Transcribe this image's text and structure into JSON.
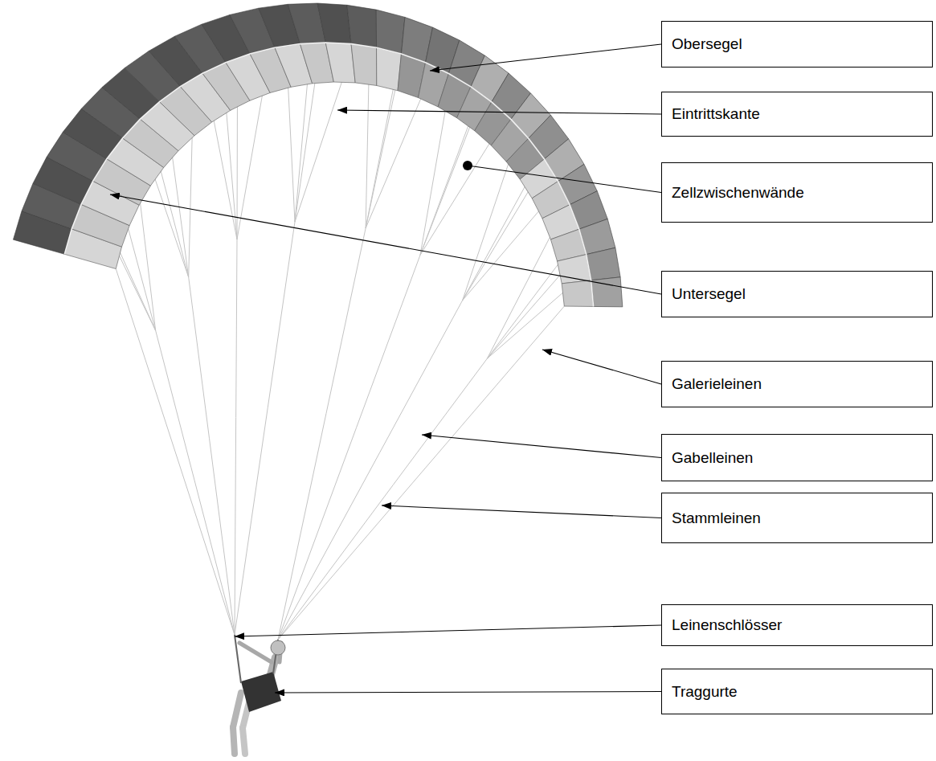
{
  "diagram": {
    "nodes": [
      {
        "text": [
          "Obersegel"
        ]
      },
      {
        "text": [
          "Eintrittskante"
        ]
      },
      {
        "text": [
          "Zellzwischenwände"
        ]
      },
      {
        "text": [
          "Untersegel"
        ]
      },
      {
        "text": [
          "Galerieleinen"
        ]
      },
      {
        "text": [
          "Gabelleinen"
        ]
      },
      {
        "text": [
          "Stammleinen"
        ]
      },
      {
        "text": [
          "Leinenschlösser"
        ]
      },
      {
        "text": [
          "Traggurte"
        ]
      }
    ]
  }
}
